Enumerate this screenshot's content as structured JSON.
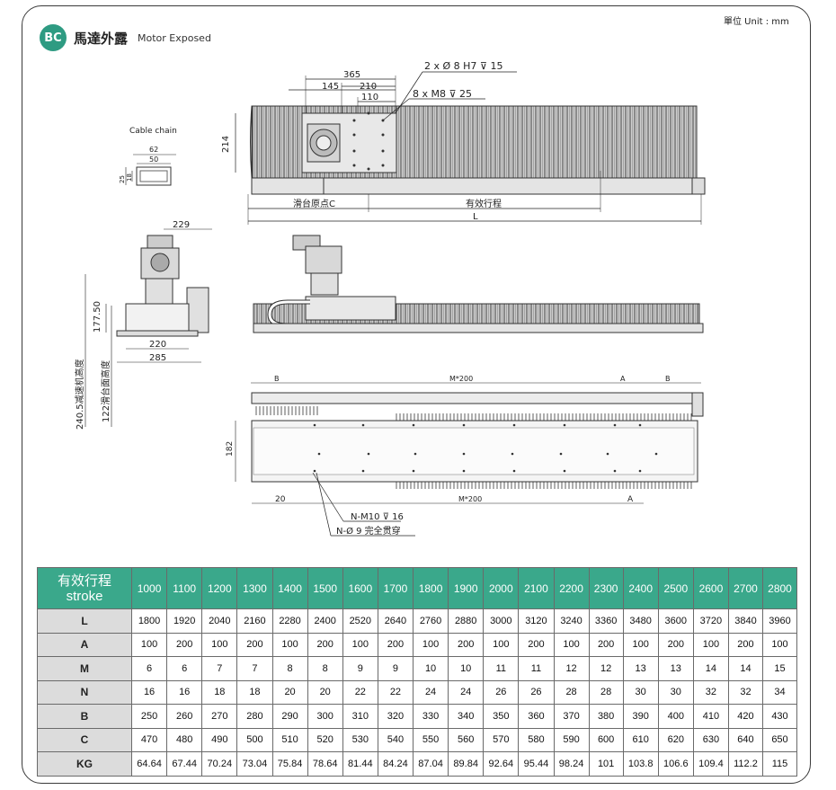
{
  "header": {
    "badge": "BC",
    "title_cn": "馬達外露",
    "title_en": "Motor Exposed",
    "unit": "單位 Unit : mm"
  },
  "drawing": {
    "callout_holes": "2 x Ø 8  H7 ⊽ 15",
    "callout_threads": "8 x  M8  ⊽ 25",
    "dim_365": "365",
    "dim_145": "145",
    "dim_210": "210",
    "dim_110": "110",
    "dim_214": "214",
    "slide_origin": "滑台原点C",
    "effective_stroke": "有效行程",
    "dim_L": "L",
    "cable_chain": "Cable chain",
    "cc_62": "62",
    "cc_50": "50",
    "cc_25": "25",
    "cc_18": "18",
    "dim_229": "229",
    "dim_177_50": "177.50",
    "dim_220": "220",
    "dim_285": "285",
    "height_reducer": "240.5减速机高度",
    "height_table": "122滑台面高度",
    "dim_B_left": "B",
    "dim_M200_top": "M*200",
    "dim_A_top": "A",
    "dim_B_right": "B",
    "dim_182": "182",
    "dim_20": "20",
    "dim_M200_bottom": "M*200",
    "dim_A_bottom": "A",
    "callout_m10": "N-M10 ⊽ 16",
    "callout_thru": "N-Ø 9 完全贯穿"
  },
  "table": {
    "header_cn": "有效行程",
    "header_en": "stroke",
    "strokes": [
      "1000",
      "1100",
      "1200",
      "1300",
      "1400",
      "1500",
      "1600",
      "1700",
      "1800",
      "1900",
      "2000",
      "2100",
      "2200",
      "2300",
      "2400",
      "2500",
      "2600",
      "2700",
      "2800"
    ],
    "rows": [
      {
        "label": "L",
        "values": [
          "1800",
          "1920",
          "2040",
          "2160",
          "2280",
          "2400",
          "2520",
          "2640",
          "2760",
          "2880",
          "3000",
          "3120",
          "3240",
          "3360",
          "3480",
          "3600",
          "3720",
          "3840",
          "3960"
        ]
      },
      {
        "label": "A",
        "values": [
          "100",
          "200",
          "100",
          "200",
          "100",
          "200",
          "100",
          "200",
          "100",
          "200",
          "100",
          "200",
          "100",
          "200",
          "100",
          "200",
          "100",
          "200",
          "100"
        ]
      },
      {
        "label": "M",
        "values": [
          "6",
          "6",
          "7",
          "7",
          "8",
          "8",
          "9",
          "9",
          "10",
          "10",
          "11",
          "11",
          "12",
          "12",
          "13",
          "13",
          "14",
          "14",
          "15"
        ]
      },
      {
        "label": "N",
        "values": [
          "16",
          "16",
          "18",
          "18",
          "20",
          "20",
          "22",
          "22",
          "24",
          "24",
          "26",
          "26",
          "28",
          "28",
          "30",
          "30",
          "32",
          "32",
          "34"
        ]
      },
      {
        "label": "B",
        "values": [
          "250",
          "260",
          "270",
          "280",
          "290",
          "300",
          "310",
          "320",
          "330",
          "340",
          "350",
          "360",
          "370",
          "380",
          "390",
          "400",
          "410",
          "420",
          "430"
        ]
      },
      {
        "label": "C",
        "values": [
          "470",
          "480",
          "490",
          "500",
          "510",
          "520",
          "530",
          "540",
          "550",
          "560",
          "570",
          "580",
          "590",
          "600",
          "610",
          "620",
          "630",
          "640",
          "650"
        ]
      },
      {
        "label": "KG",
        "values": [
          "64.64",
          "67.44",
          "70.24",
          "73.04",
          "75.84",
          "78.64",
          "81.44",
          "84.24",
          "87.04",
          "89.84",
          "92.64",
          "95.44",
          "98.24",
          "101",
          "103.8",
          "106.6",
          "109.4",
          "112.2",
          "115"
        ]
      }
    ]
  }
}
